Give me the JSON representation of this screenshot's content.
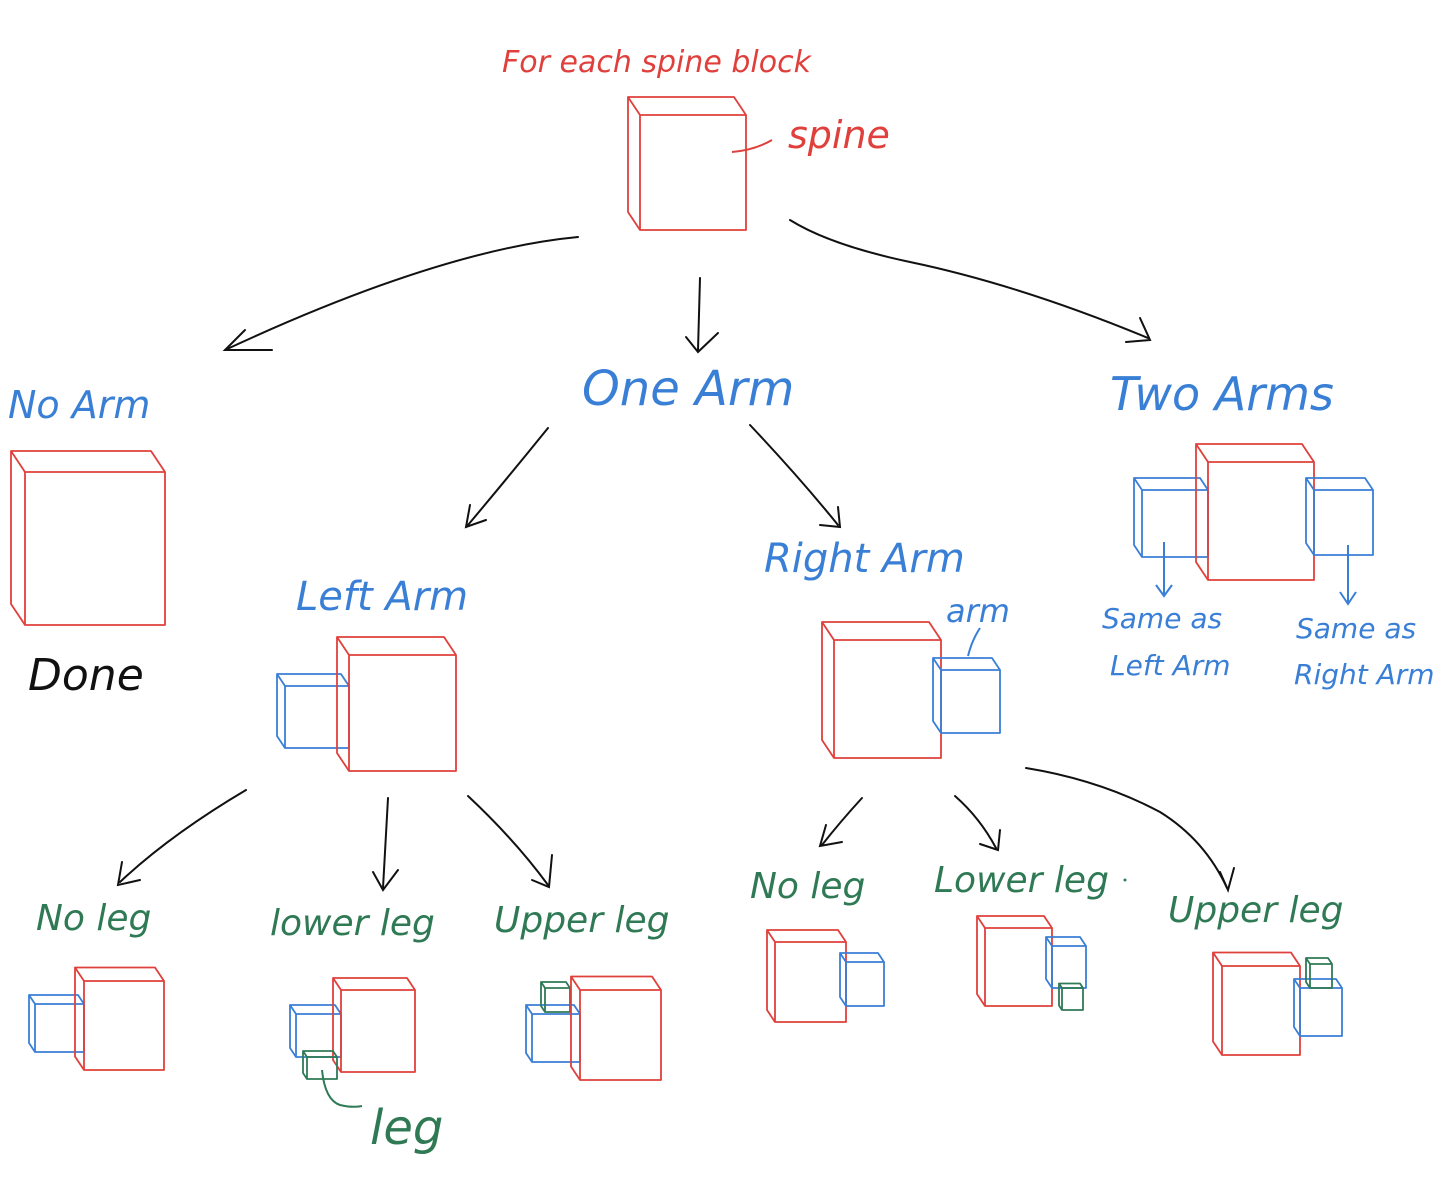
{
  "title": "For each spine block",
  "labels": {
    "spine": "spine",
    "no_arm": "No Arm",
    "done": "Done",
    "one_arm": "One Arm",
    "two_arms": "Two Arms",
    "left_arm": "Left Arm",
    "right_arm": "Right Arm",
    "arm": "arm",
    "same_as_left_1": "Same as",
    "same_as_left_2": "Left Arm",
    "same_as_right_1": "Same as",
    "same_as_right_2": "Right Arm",
    "left_no_leg": "No leg",
    "left_lower_leg": "lower leg",
    "left_upper_leg": "Upper leg",
    "leg": "leg",
    "right_no_leg": "No leg",
    "right_lower_leg": "Lower leg",
    "right_upper_leg": "Upper leg"
  },
  "colors": {
    "spine": "#e0403c",
    "arm": "#3a7fd6",
    "leg": "#2f7a55",
    "arrows": "#111111"
  }
}
